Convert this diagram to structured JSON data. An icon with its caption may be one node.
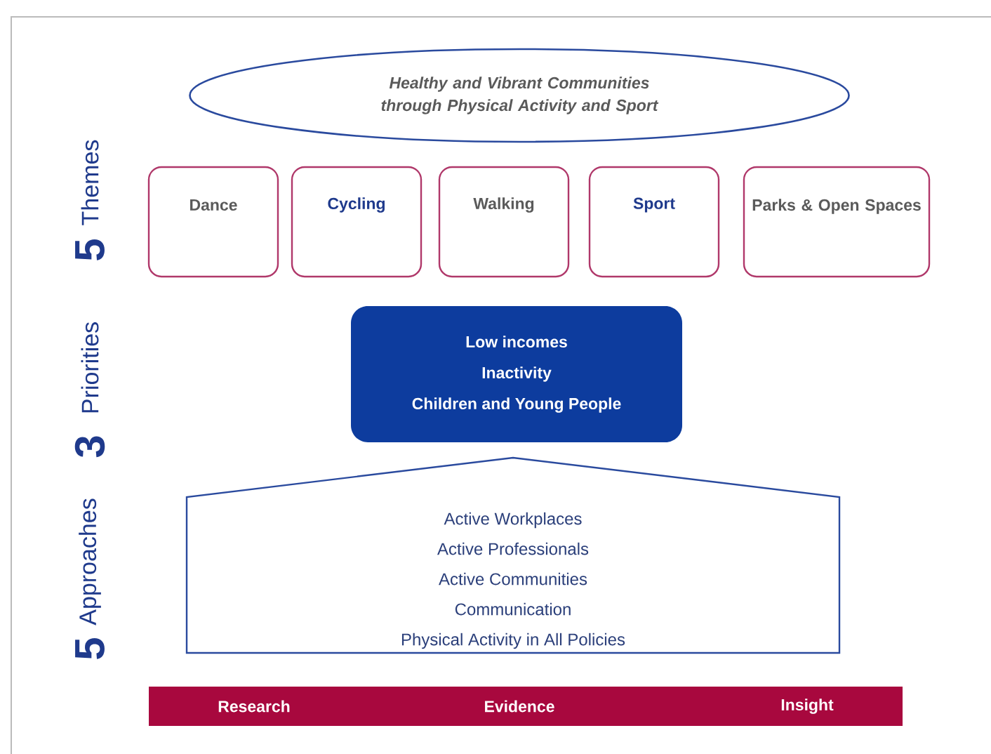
{
  "diagram": {
    "nodes": [
      {
        "text": [
          "Healthy and Vibrant Communities through Physical Activity and Sport"
        ]
      },
      {
        "text": [
          "Dance"
        ]
      },
      {
        "text": [
          "Cycling"
        ]
      },
      {
        "text": [
          "Walking"
        ]
      },
      {
        "text": [
          "Sport"
        ]
      },
      {
        "text": [
          "Parks & Open Spaces"
        ]
      },
      {
        "text": [
          "Low incomes",
          "Inactivity",
          "Children and Young People"
        ]
      },
      {
        "text": [
          "Active Workplaces",
          "Active Professionals",
          "Active Communities",
          "Communication",
          "Physical Activity in All Policies"
        ]
      },
      {
        "text": [
          "Research",
          "Evidence",
          "Insight"
        ]
      }
    ],
    "labels": [
      "5",
      "Themes",
      "3",
      "Priorities",
      "5",
      "Approaches"
    ]
  }
}
